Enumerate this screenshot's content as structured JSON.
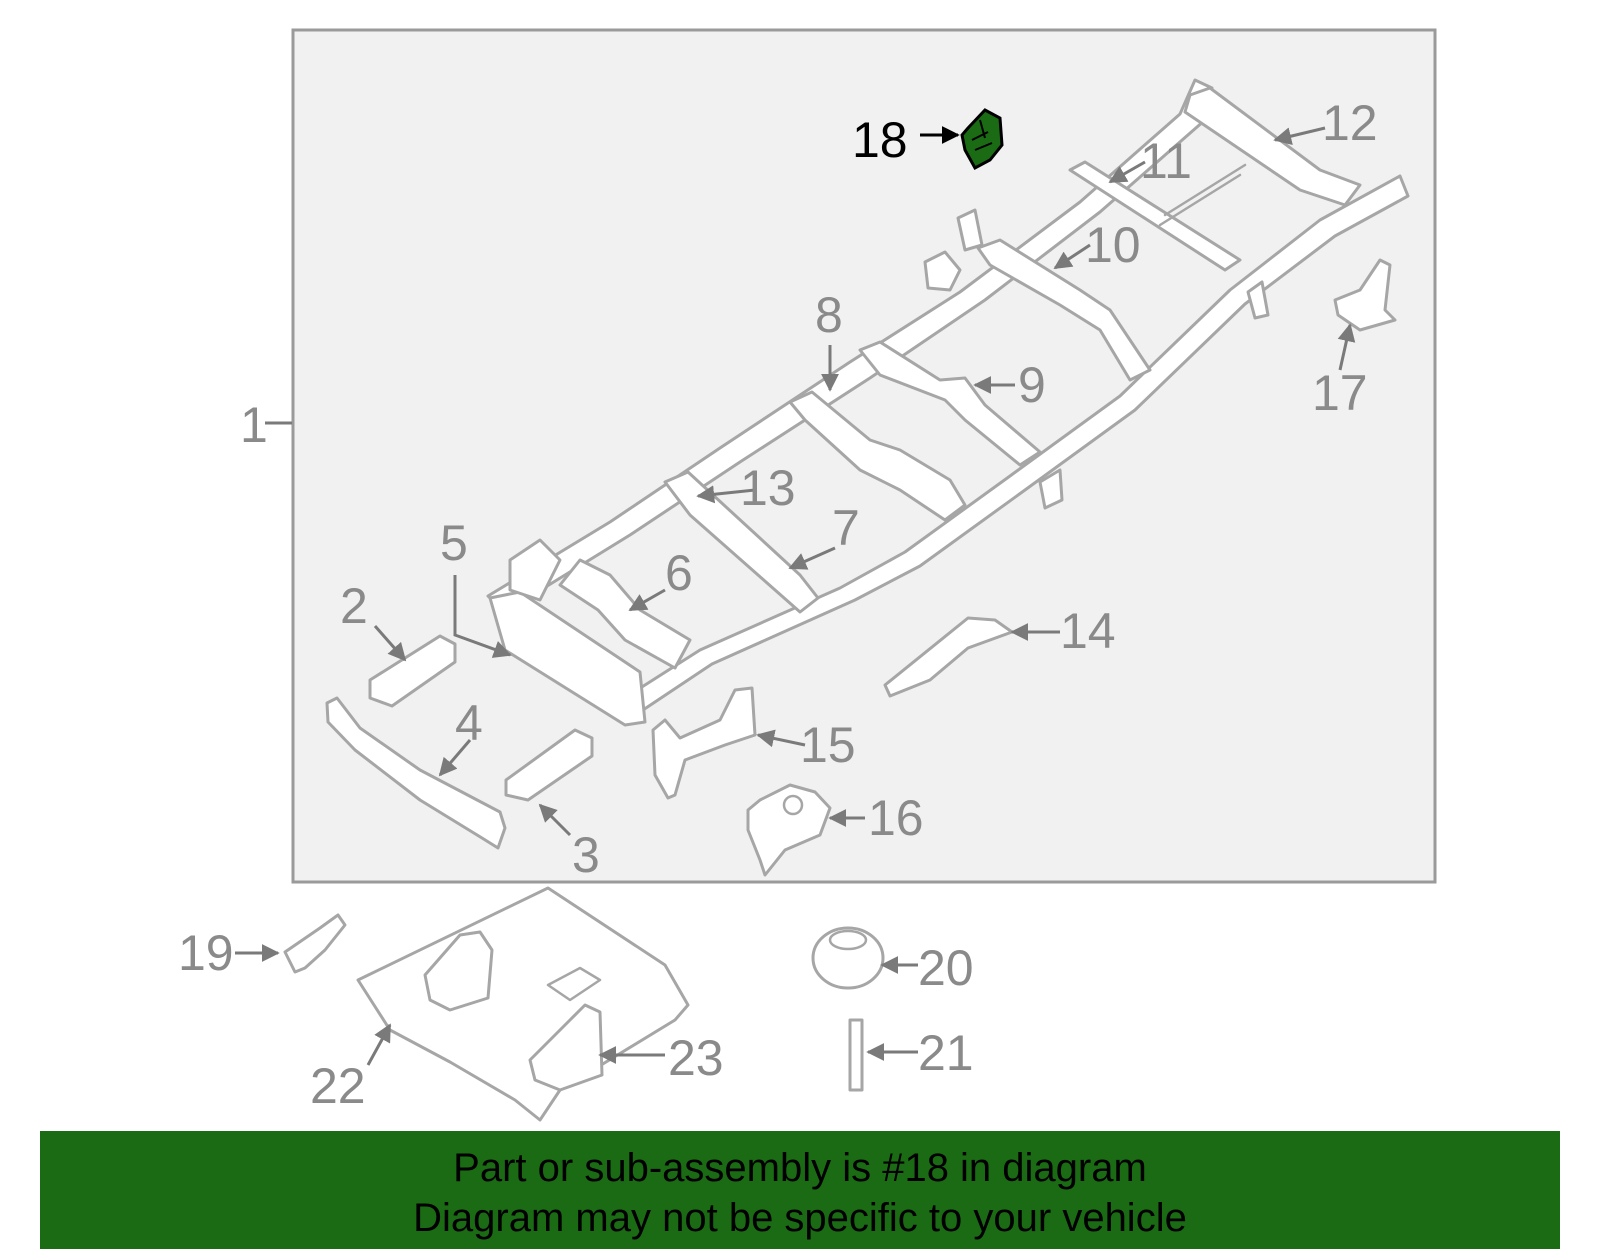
{
  "diagram": {
    "highlight_color": "#1a6b14",
    "callouts": {
      "c1": "1",
      "c2": "2",
      "c3": "3",
      "c4": "4",
      "c5": "5",
      "c6": "6",
      "c7": "7",
      "c8": "8",
      "c9": "9",
      "c10": "10",
      "c11": "11",
      "c12": "12",
      "c13": "13",
      "c14": "14",
      "c15": "15",
      "c16": "16",
      "c17": "17",
      "c18": "18",
      "c19": "19",
      "c20": "20",
      "c21": "21",
      "c22": "22",
      "c23": "23"
    }
  },
  "banner": {
    "line1": "Part or sub-assembly is #18 in diagram",
    "line2": "Diagram may not be specific to your vehicle",
    "background": "#1a6b14"
  }
}
